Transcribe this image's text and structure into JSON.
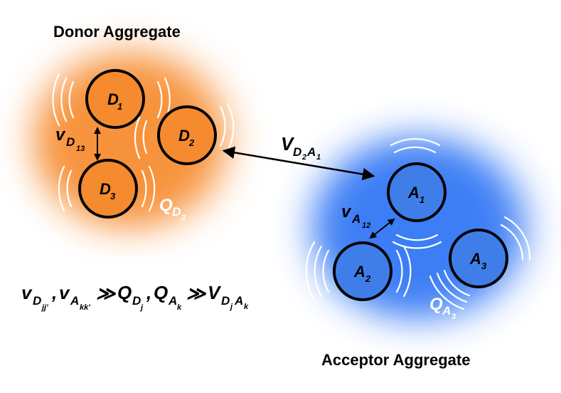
{
  "title_donor": "Donor Aggregate",
  "title_acceptor": "Acceptor Aggregate",
  "colors": {
    "donor_fill": "#f58a2e",
    "donor_glow": "#f7923a",
    "acceptor_fill": "#3f7ee8",
    "acceptor_glow": "#3a7df5",
    "outline": "#000000",
    "bath_label": "#ffffff",
    "bath_arcs": "#ffffff"
  },
  "donors": [
    {
      "letter": "D",
      "index": "1"
    },
    {
      "letter": "D",
      "index": "2"
    },
    {
      "letter": "D",
      "index": "3"
    }
  ],
  "acceptors": [
    {
      "letter": "A",
      "index": "1"
    },
    {
      "letter": "A",
      "index": "2"
    },
    {
      "letter": "A",
      "index": "3"
    }
  ],
  "coupling_donor": {
    "sym": "v",
    "sub": "D",
    "subsub": "13"
  },
  "coupling_acceptor": {
    "sym": "v",
    "sub": "A",
    "subsub": "12"
  },
  "coupling_inter": {
    "sym": "V",
    "sub1": "D",
    "sub1sub": "2",
    "sub2": "A",
    "sub2sub": "1"
  },
  "bath_donor": {
    "sym": "Q",
    "sub": "D",
    "subsub": "3"
  },
  "bath_acceptor": {
    "sym": "Q",
    "sub": "A",
    "subsub": "3"
  },
  "inequality": {
    "t1": "v",
    "t1s": "D",
    "t1ss": "jj'",
    "comma1": ",",
    "t2": "v",
    "t2s": "A",
    "t2ss": "kk'",
    "gg1": "≫",
    "t3": "Q",
    "t3s": "D",
    "t3ss": "j",
    "comma2": ",",
    "t4": "Q",
    "t4s": "A",
    "t4ss": "k",
    "gg2": "≫",
    "t5": "V",
    "t5s1": "D",
    "t5s1s": "j",
    "t5s2": "A",
    "t5s2s": "k"
  }
}
